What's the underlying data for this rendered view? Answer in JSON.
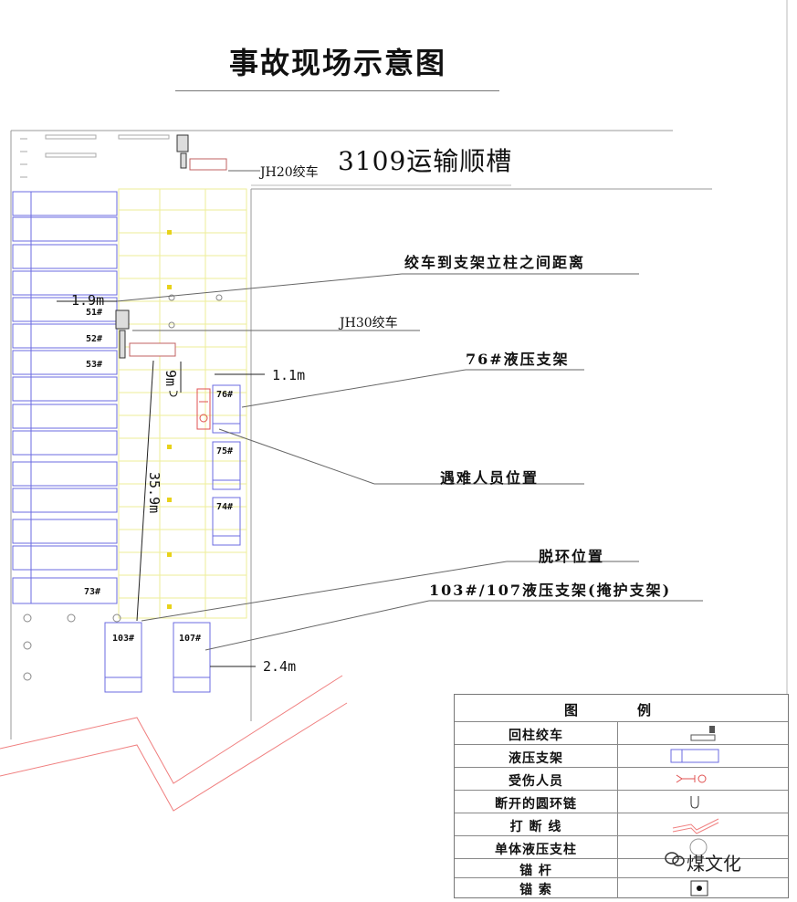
{
  "title": "事故现场示意图",
  "tunnel_label": "3109运输顺槽",
  "winches": {
    "jh20": "JH20绞车",
    "jh30": "JH30绞车"
  },
  "annotations": {
    "winch_distance": "绞车到支架立柱之间距离",
    "support_76": "76#液压支架",
    "victim_position": "遇难人员位置",
    "derail_position": "脱环位置",
    "supports_103_107": "103#/107液压支架(掩护支架)"
  },
  "dimensions": {
    "d1": "1.9m",
    "d2": "1.1m",
    "d3": "9m",
    "d4": "35.9m",
    "d5": "2.4m"
  },
  "support_tags": {
    "s51": "51#",
    "s52": "52#",
    "s53": "53#",
    "s76": "76#",
    "s75": "75#",
    "s74": "74#",
    "s73": "73#",
    "s103": "103#",
    "s107": "107#"
  },
  "legend": {
    "header_left": "图",
    "header_right": "例",
    "items": [
      {
        "name": "回柱绞车",
        "icon": "winch-icon"
      },
      {
        "name": "液压支架",
        "icon": "hydraulic-support-icon"
      },
      {
        "name": "受伤人员",
        "icon": "injured-person-icon"
      },
      {
        "name": "断开的圆环链",
        "icon": "broken-chain-icon"
      },
      {
        "name": "打  断  线",
        "icon": "break-line-icon"
      },
      {
        "name": "单体液压支柱",
        "icon": "single-prop-icon"
      },
      {
        "name": "锚    杆",
        "icon": "anchor-bolt-icon"
      },
      {
        "name": "锚    索",
        "icon": "anchor-cable-icon"
      }
    ]
  },
  "watermark": "煤文化",
  "colors": {
    "support": "#5b5bd6",
    "hatch": "#e8e86a",
    "break": "#e05050",
    "line": "#555555"
  }
}
